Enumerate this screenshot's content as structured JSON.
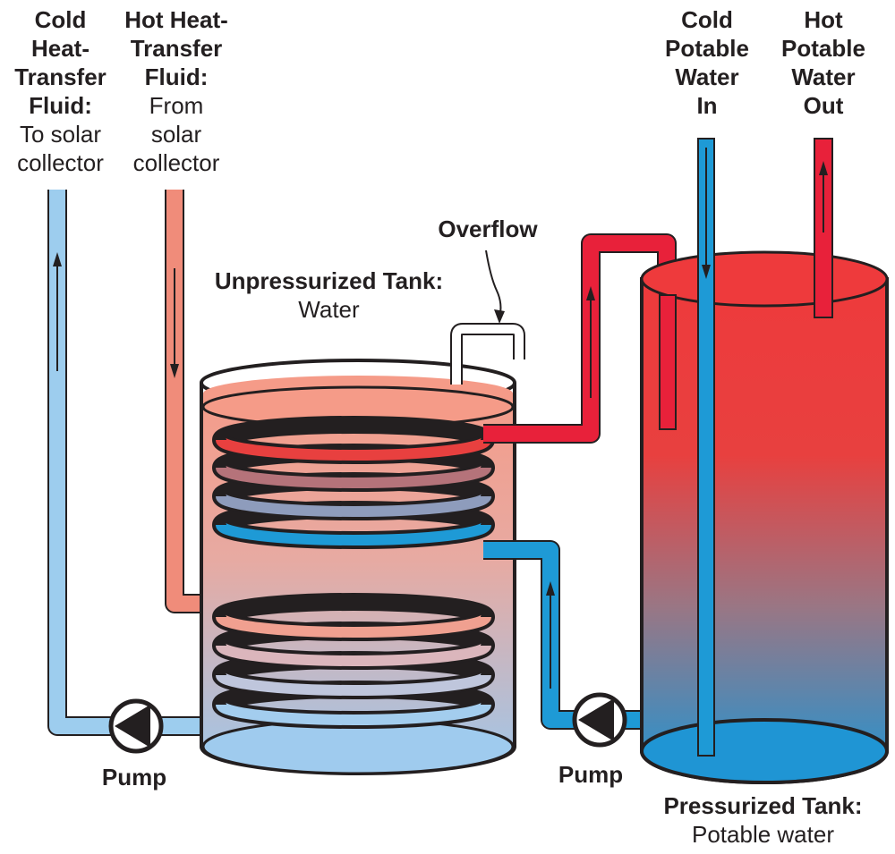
{
  "labels": {
    "cold_htf": {
      "title": [
        "Cold",
        "Heat-",
        "Transfer",
        "Fluid:"
      ],
      "desc": [
        "To solar",
        "collector"
      ]
    },
    "hot_htf": {
      "title": [
        "Hot Heat-",
        "Transfer",
        "Fluid:"
      ],
      "desc": [
        "From",
        "solar",
        "collector"
      ]
    },
    "cold_potable": {
      "title": [
        "Cold",
        "Potable",
        "Water",
        "In"
      ]
    },
    "hot_potable": {
      "title": [
        "Hot",
        "Potable",
        "Water",
        "Out"
      ]
    },
    "overflow": "Overflow",
    "unpressurized_tank": {
      "title": "Unpressurized Tank:",
      "desc": "Water"
    },
    "pressurized_tank": {
      "title": "Pressurized Tank:",
      "desc": "Potable water"
    },
    "pump_left": "Pump",
    "pump_right": "Pump"
  },
  "colors": {
    "hot_red": "#e8213a",
    "cold_blue": "#1a9ad6",
    "light_blue": "#9dcdee",
    "salmon": "#f08c7a",
    "outline": "#231f20",
    "tank_red": "#ee3a3c",
    "tank_blue": "#1f95d4"
  }
}
